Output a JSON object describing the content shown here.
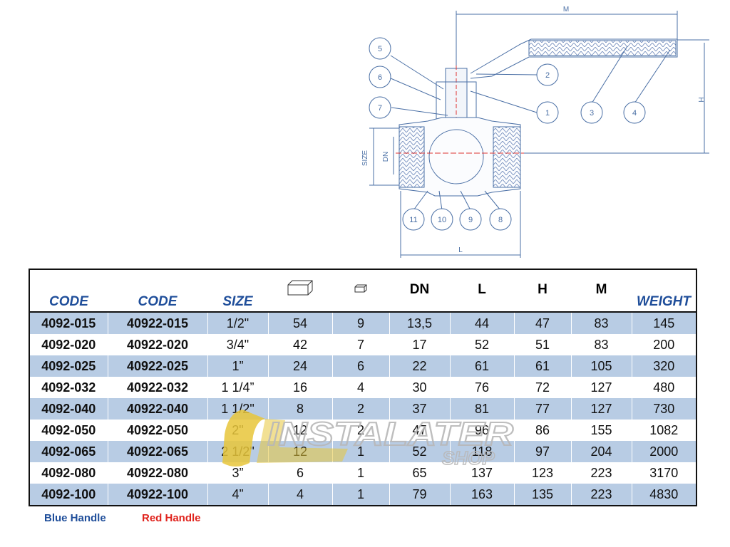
{
  "drawing": {
    "part_numbers": [
      "1",
      "2",
      "3",
      "4",
      "5",
      "6",
      "7",
      "8",
      "9",
      "10",
      "11"
    ],
    "dimensions": {
      "width": "M",
      "height": "H",
      "length": "L",
      "nominal": "DN",
      "size": "SIZE"
    }
  },
  "table": {
    "headers": {
      "code_blue": "CODE",
      "code_red": "CODE",
      "size": "SIZE",
      "box_icon": "box-icon",
      "small_box_icon": "small-box-icon",
      "dn": "DN",
      "l": "L",
      "h": "H",
      "m": "M",
      "weight": "WEIGHT"
    },
    "rows": [
      [
        "4092-015",
        "40922-015",
        "1/2\"",
        "54",
        "9",
        "13,5",
        "44",
        "47",
        "83",
        "145"
      ],
      [
        "4092-020",
        "40922-020",
        "3/4\"",
        "42",
        "7",
        "17",
        "52",
        "51",
        "83",
        "200"
      ],
      [
        "4092-025",
        "40922-025",
        "1”",
        "24",
        "6",
        "22",
        "61",
        "61",
        "105",
        "320"
      ],
      [
        "4092-032",
        "40922-032",
        "1 1/4”",
        "16",
        "4",
        "30",
        "76",
        "72",
        "127",
        "480"
      ],
      [
        "4092-040",
        "40922-040",
        "1 1/2\"",
        "8",
        "2",
        "37",
        "81",
        "77",
        "127",
        "730"
      ],
      [
        "4092-050",
        "40922-050",
        "2\"",
        "12",
        "2",
        "47",
        "96",
        "86",
        "155",
        "1082"
      ],
      [
        "4092-065",
        "40922-065",
        "2 1/2\"",
        "12",
        "1",
        "52",
        "118",
        "97",
        "204",
        "2000"
      ],
      [
        "4092-080",
        "40922-080",
        "3”",
        "6",
        "1",
        "65",
        "137",
        "123",
        "223",
        "3170"
      ],
      [
        "4092-100",
        "40922-100",
        "4”",
        "4",
        "1",
        "79",
        "163",
        "135",
        "223",
        "4830"
      ]
    ]
  },
  "legend": {
    "blue_handle": "Blue Handle",
    "red_handle": "Red Handle"
  },
  "watermark": {
    "brand": "INSTALATER",
    "sub": "SHOP"
  },
  "colors": {
    "row_alt": "#b8cce4",
    "blue": "#1f4e9a",
    "red": "#e0231d",
    "drawing": "#4a6fa5",
    "logo": "#e8c63a"
  }
}
